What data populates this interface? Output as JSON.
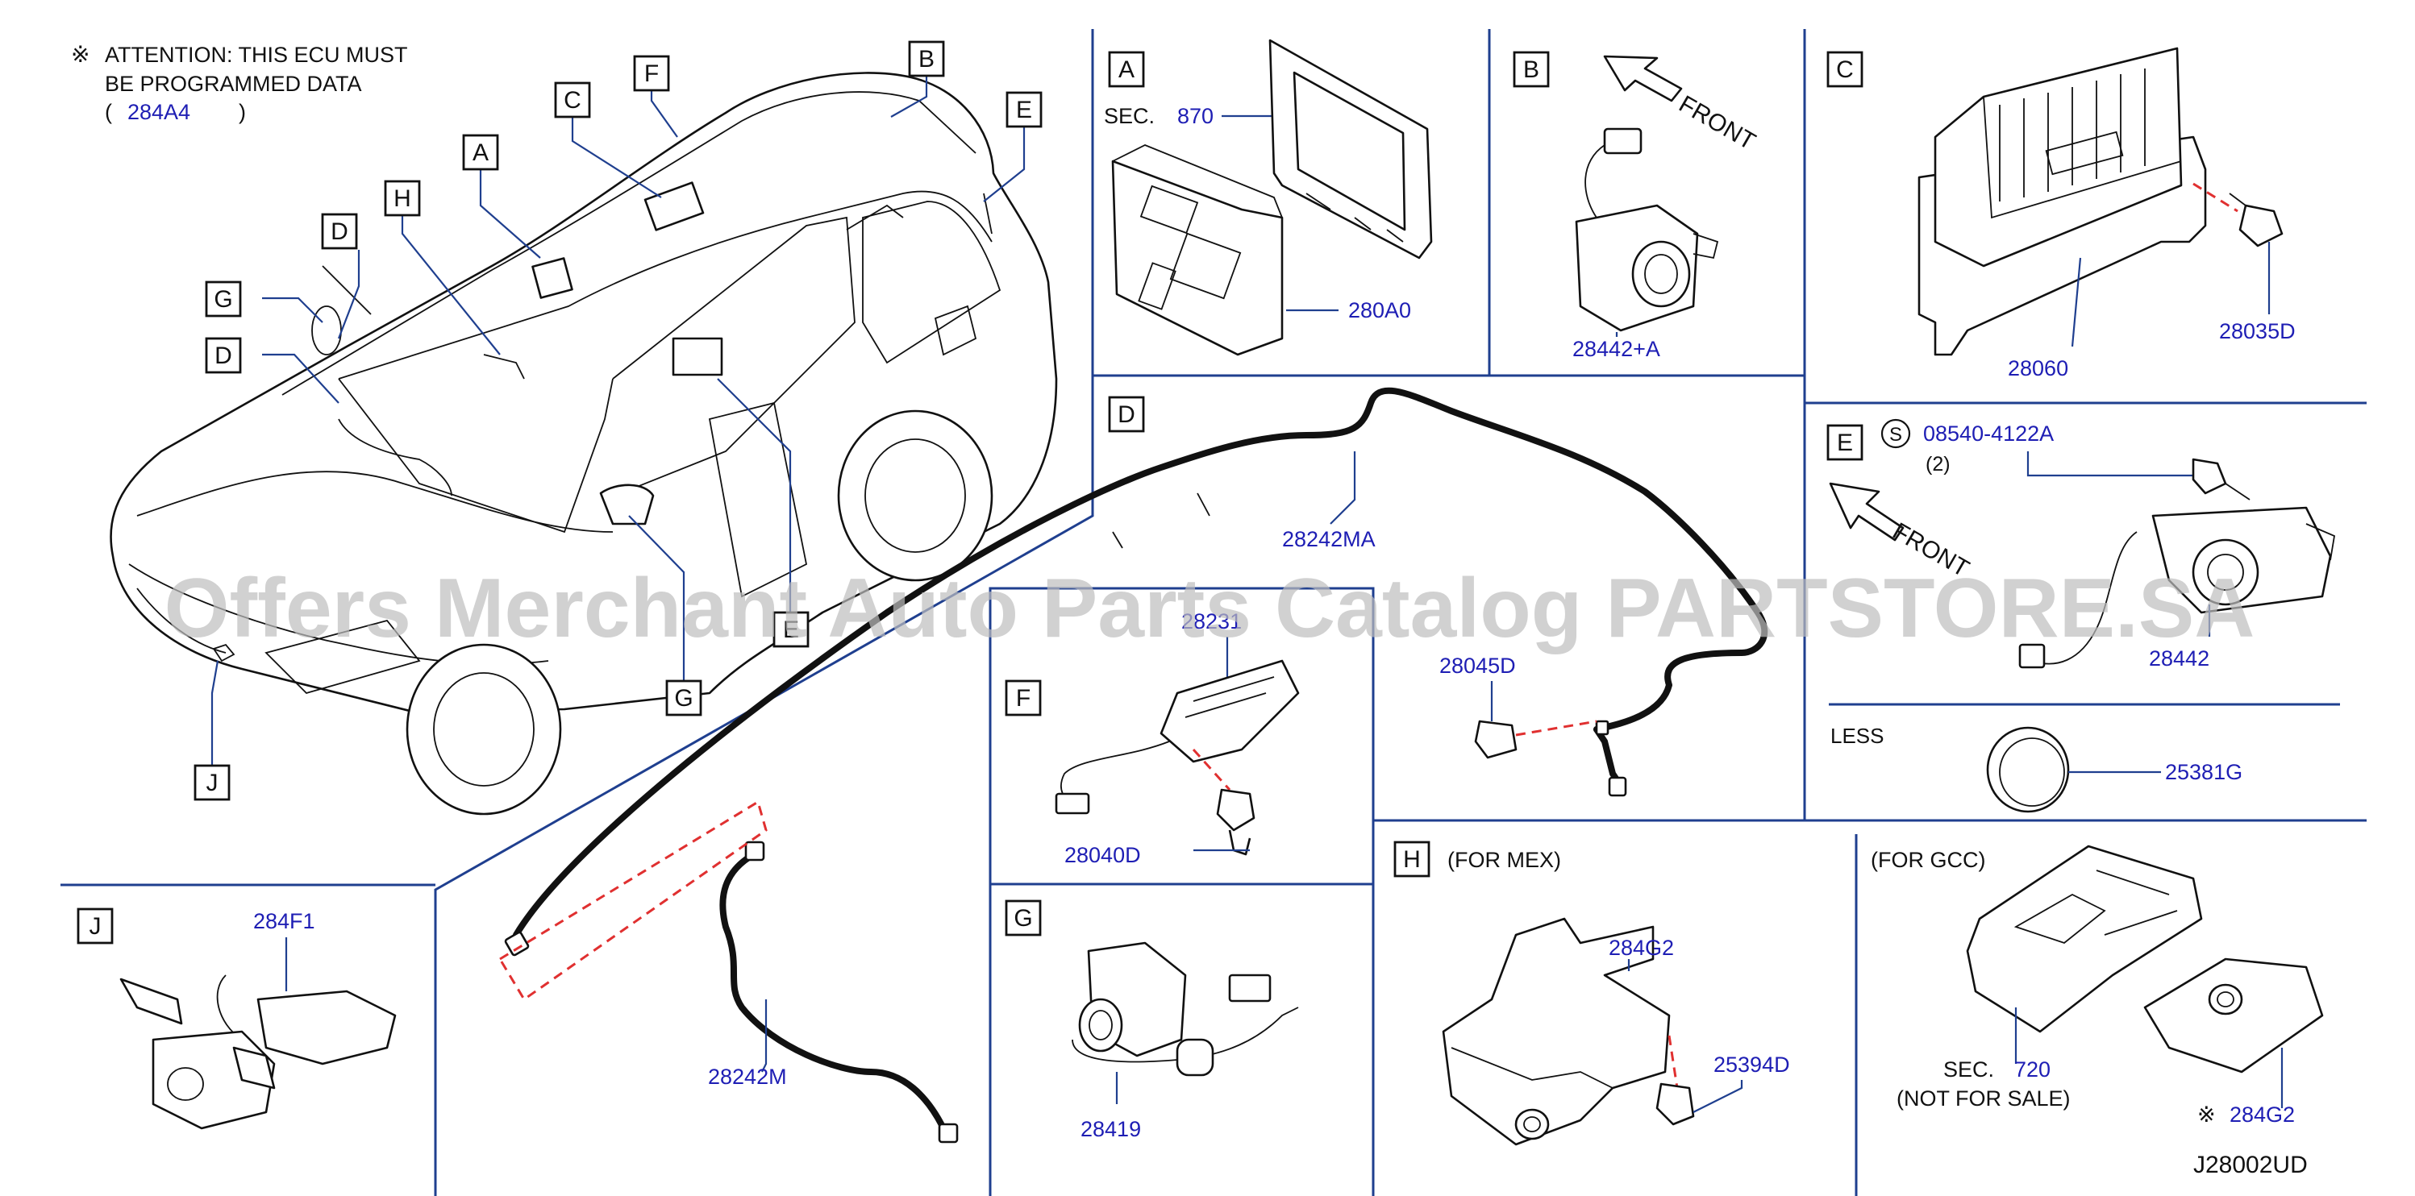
{
  "attention": {
    "mark": "※",
    "line1": "ATTENTION:  THIS  ECU  MUST",
    "line2": "BE  PROGRAMMED  DATA",
    "paren_open": "(",
    "part": "284A4",
    "paren_close": ")"
  },
  "vehicle_callouts": [
    "A",
    "B",
    "C",
    "D",
    "D",
    "E",
    "F",
    "G",
    "G",
    "H",
    "J",
    "E"
  ],
  "panels": {
    "A": {
      "letter": "A",
      "sec_label": "SEC.",
      "sec_num": "870",
      "part": "280A0"
    },
    "B": {
      "letter": "B",
      "front": "FRONT",
      "part": "28442+A"
    },
    "C": {
      "letter": "C",
      "part1": "28060",
      "part2": "28035D"
    },
    "D": {
      "letter": "D",
      "part1": "28242MA",
      "part2": "28045D",
      "part3": "28242M"
    },
    "E": {
      "letter": "E",
      "s_mark": "S",
      "bolt": "08540-4122A",
      "qty": "(2)",
      "front": "FRONT",
      "part": "28442",
      "less": "LESS",
      "cap": "25381G"
    },
    "F": {
      "letter": "F",
      "part1": "28231",
      "part2": "28040D"
    },
    "G": {
      "letter": "G",
      "part": "28419"
    },
    "H": {
      "letter": "H",
      "note": "(FOR   MEX)",
      "part1": "284G2",
      "part2": "25394D",
      "gcc_note": "(FOR   GCC)",
      "sec_label": "SEC.",
      "sec_num": "720",
      "nfs": "(NOT   FOR   SALE)",
      "mark": "※",
      "part3": "284G2"
    },
    "J": {
      "letter": "J",
      "part": "284F1"
    }
  },
  "diagram_code": "J28002UD",
  "watermark": "Offers Merchant Auto Parts Catalog PARTSTORE.SA",
  "colors": {
    "part_number": "#1e1eb4",
    "frame": "#1f3f8f",
    "cut_line": "#e03030"
  }
}
